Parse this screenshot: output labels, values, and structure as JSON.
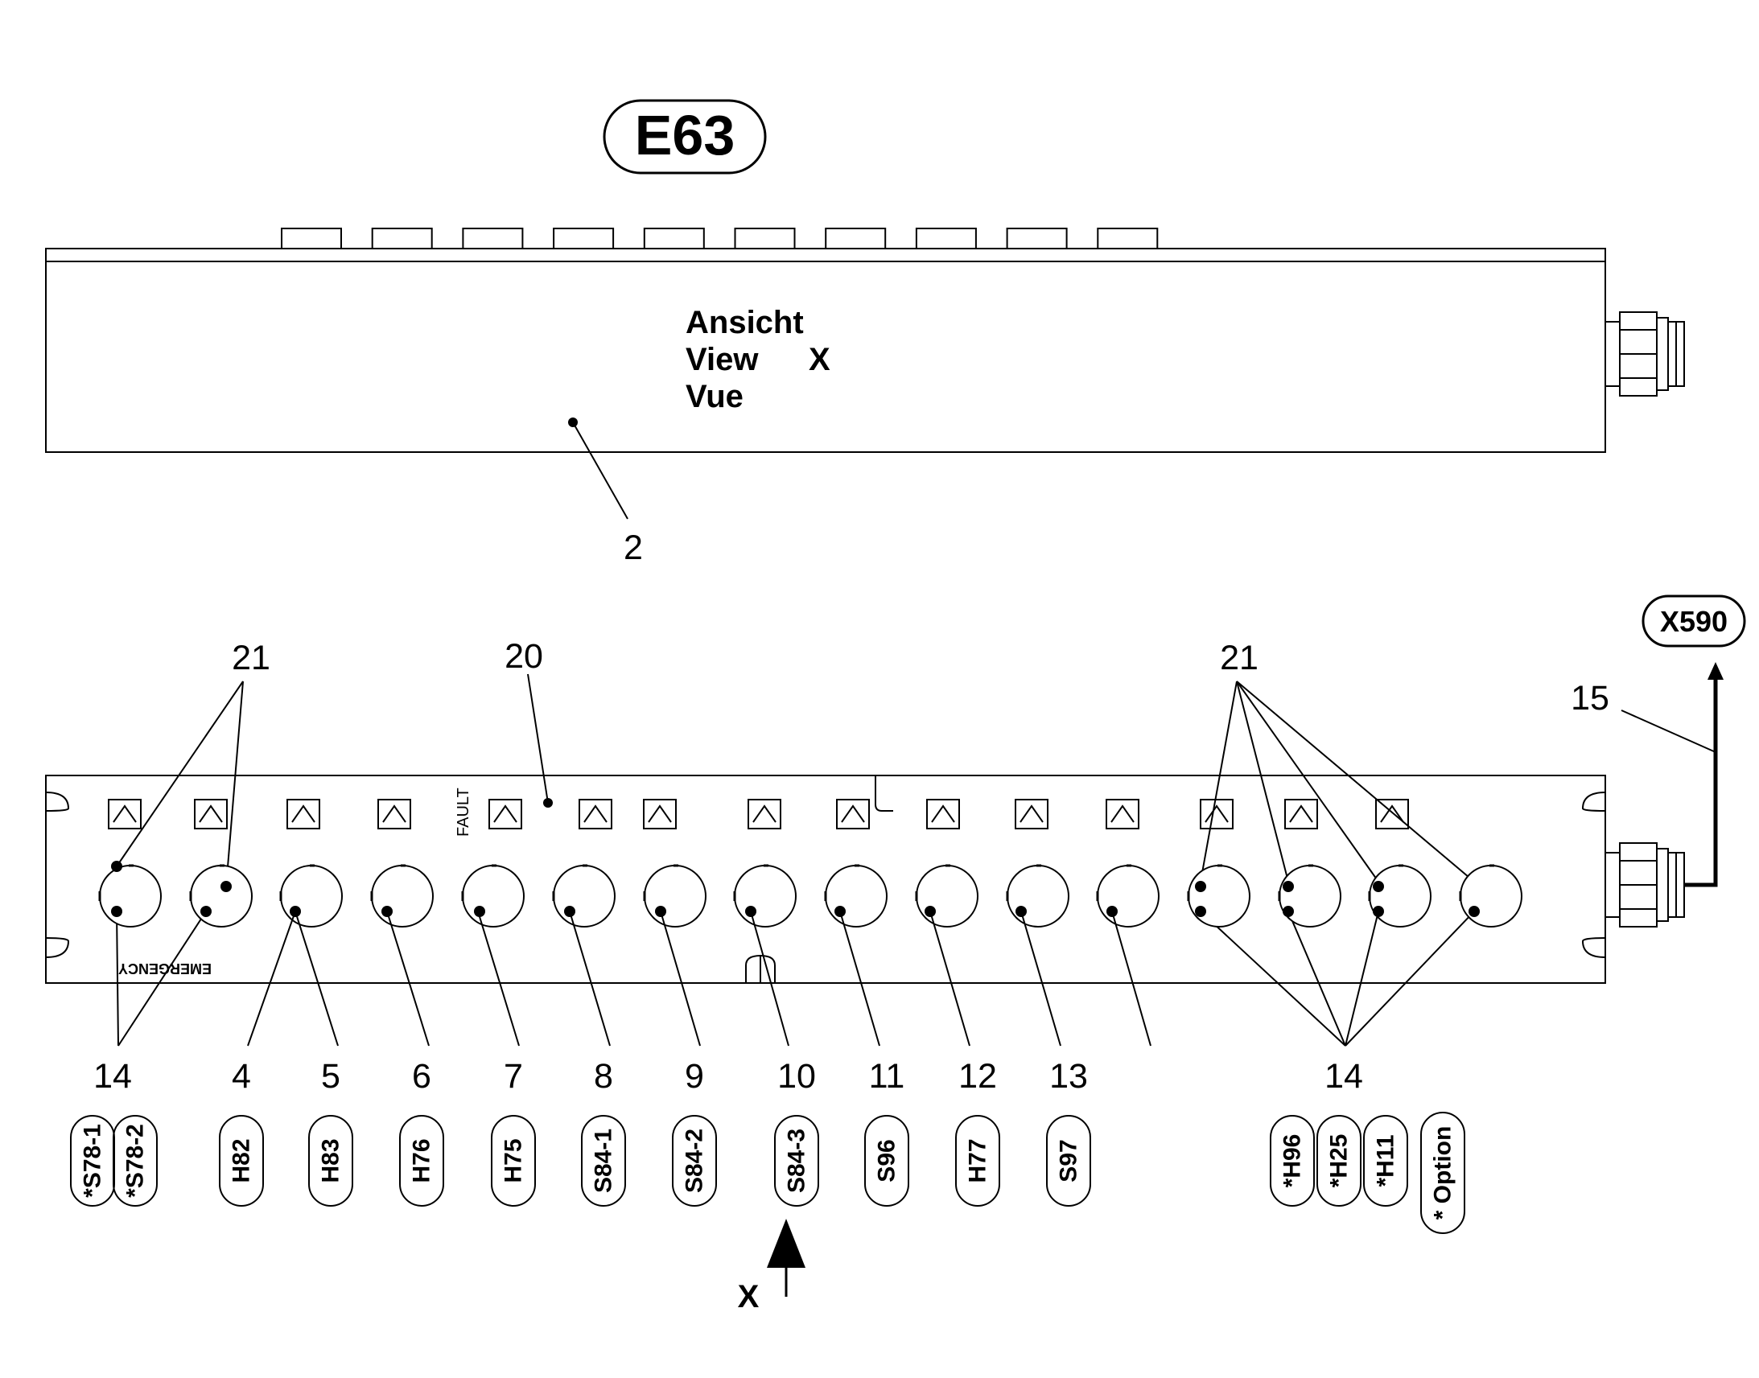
{
  "title": "E63",
  "connector_label": "X590",
  "view_caption": {
    "line1": "Ansicht",
    "line2": "View",
    "line3": "Vue",
    "marker": "X"
  },
  "view_arrow_label": "X",
  "callouts": {
    "housing": "2",
    "panel": "20",
    "cable": "15",
    "lamp_left": "21",
    "lamp_right": "21",
    "led_left": "14",
    "led_right": "14"
  },
  "emergency_text": "EMERGENCY",
  "fault_text": "FAULT",
  "positions": [
    {
      "number": "14",
      "tags": [
        "*S78-1",
        "*S78-2"
      ]
    },
    {
      "number": "4",
      "tags": [
        "H82"
      ]
    },
    {
      "number": "5",
      "tags": [
        "H83"
      ]
    },
    {
      "number": "6",
      "tags": [
        "H76"
      ]
    },
    {
      "number": "7",
      "tags": [
        "H75"
      ]
    },
    {
      "number": "8",
      "tags": [
        "S84-1"
      ]
    },
    {
      "number": "9",
      "tags": [
        "S84-2"
      ]
    },
    {
      "number": "10",
      "tags": [
        "S84-3"
      ]
    },
    {
      "number": "11",
      "tags": [
        "S96"
      ]
    },
    {
      "number": "12",
      "tags": [
        "H77"
      ]
    },
    {
      "number": "13",
      "tags": [
        "S97"
      ]
    },
    {
      "number": "14",
      "tags": [
        "*H96",
        "*H25",
        "*H11",
        "* Option"
      ]
    }
  ],
  "icons": [
    "crane-tilt-left-icon",
    "crane-tilt-right-icon",
    "boom-angle-icon",
    "hook-block-icon",
    "fault-icon",
    "grab-icon",
    "support-leg-icon",
    "rotation-icon",
    "axle-icon",
    "track-rotate-icon",
    "track-icon",
    "track-lift-icon",
    "swap-arrows-icon",
    "slope-icon",
    "horn-icon"
  ]
}
